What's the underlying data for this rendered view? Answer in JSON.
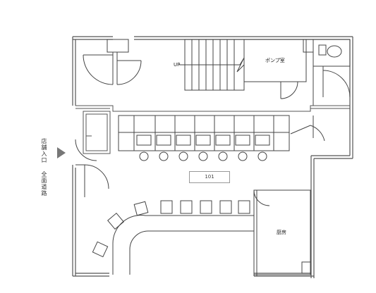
{
  "labels": {
    "front_road": "全面道路",
    "shop_entrance": "店舗入口",
    "up": "UP",
    "pump_room": "ポンプ室",
    "unit_number": "101",
    "kitchen": "厨房"
  },
  "colors": {
    "wall": "#555555",
    "line": "#444444",
    "arrow": "#777777"
  },
  "icons": {
    "entrance_arrow": "triangle-right-icon"
  }
}
